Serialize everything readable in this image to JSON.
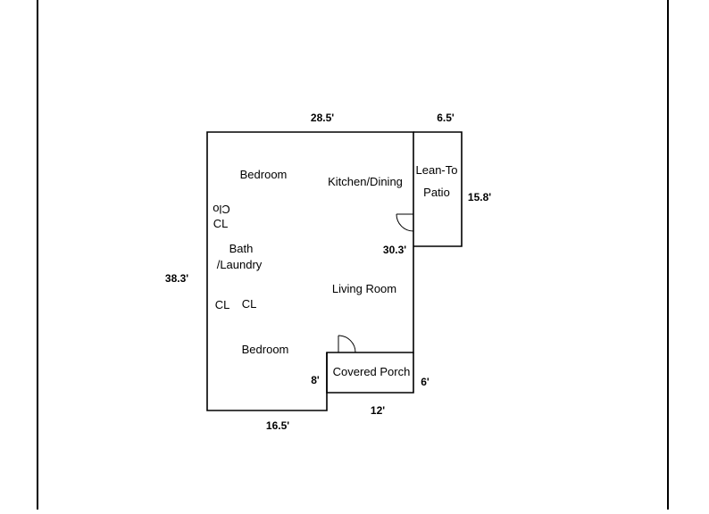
{
  "rooms": {
    "bedroom_top": "Bedroom",
    "kitchen_dining": "Kitchen/Dining",
    "lean_to_line1": "Lean-To",
    "lean_to_line2": "Patio",
    "closet_flipped": "Clo",
    "closet_1": "CL",
    "bath_line1": "Bath",
    "bath_line2": "/Laundry",
    "living_room": "Living Room",
    "closet_2": "CL",
    "closet_3": "CL",
    "bedroom_bottom": "Bedroom",
    "covered_porch": "Covered Porch"
  },
  "dimensions": {
    "top_width": "28.5'",
    "lean_to_width": "6.5'",
    "lean_to_height": "15.8'",
    "left_height": "38.3'",
    "right_height": "30.3'",
    "porch_left": "8'",
    "porch_right": "6'",
    "porch_bottom": "12'",
    "bottom_width": "16.5'"
  }
}
